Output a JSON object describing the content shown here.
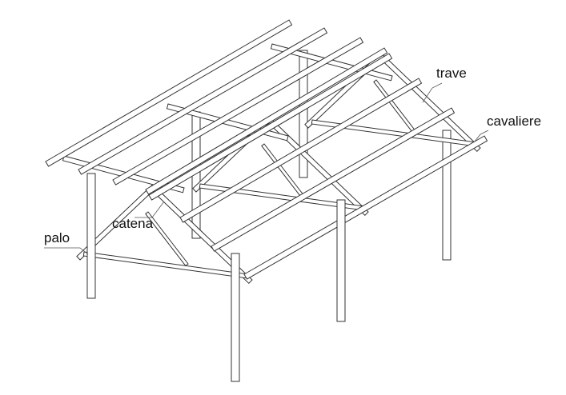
{
  "labels": {
    "trave": "trave",
    "cavaliere": "cavaliere",
    "catena": "catena",
    "palo": "palo"
  },
  "colors": {
    "line": "#333333",
    "fill": "#ffffff"
  }
}
